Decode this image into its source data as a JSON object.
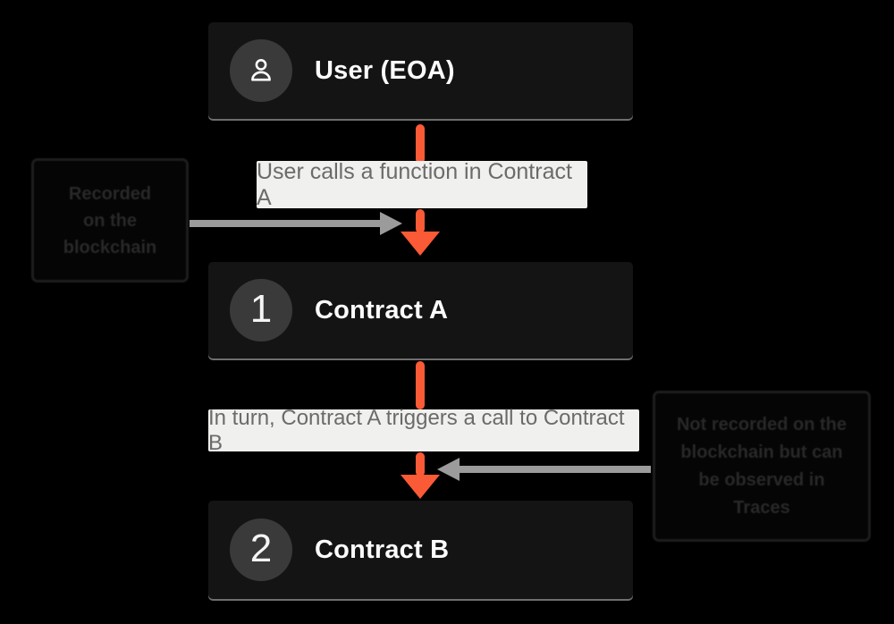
{
  "nodes": {
    "user": {
      "title": "User (EOA)",
      "badge_icon": "user-icon"
    },
    "contract_a": {
      "number": "1",
      "title": "Contract A"
    },
    "contract_b": {
      "number": "2",
      "title": "Contract B"
    }
  },
  "captions": {
    "call1": "User calls a function in Contract A",
    "call2": "In turn, Contract A triggers a call to Contract B"
  },
  "annotations": {
    "left": {
      "line1": "Recorded",
      "line2": "on the",
      "line3": "blockchain"
    },
    "right": {
      "line1": "Not recorded on the",
      "line2": "blockchain but can",
      "line3": "be observed in",
      "line4": "Traces"
    }
  },
  "arrows": {
    "flow1": {
      "from": "User (EOA)",
      "to": "Contract A",
      "color": "#fb5a36"
    },
    "flow2": {
      "from": "Contract A",
      "to": "Contract B",
      "color": "#fb5a36"
    },
    "note1": {
      "from": "left annotation",
      "to": "flow1",
      "color": "#9b9b9b"
    },
    "note2": {
      "from": "right annotation",
      "to": "flow2",
      "color": "#9b9b9b"
    }
  },
  "colors": {
    "background": "#000000",
    "node_bg": "#141414",
    "badge_bg": "#3a3a3a",
    "caption_bg": "#f0f0ee",
    "caption_text": "#6b6b6b",
    "arrow_orange": "#fb5a36",
    "arrow_gray": "#9b9b9b",
    "annotation_border": "#1d1d1d",
    "annotation_text": "#282828"
  }
}
